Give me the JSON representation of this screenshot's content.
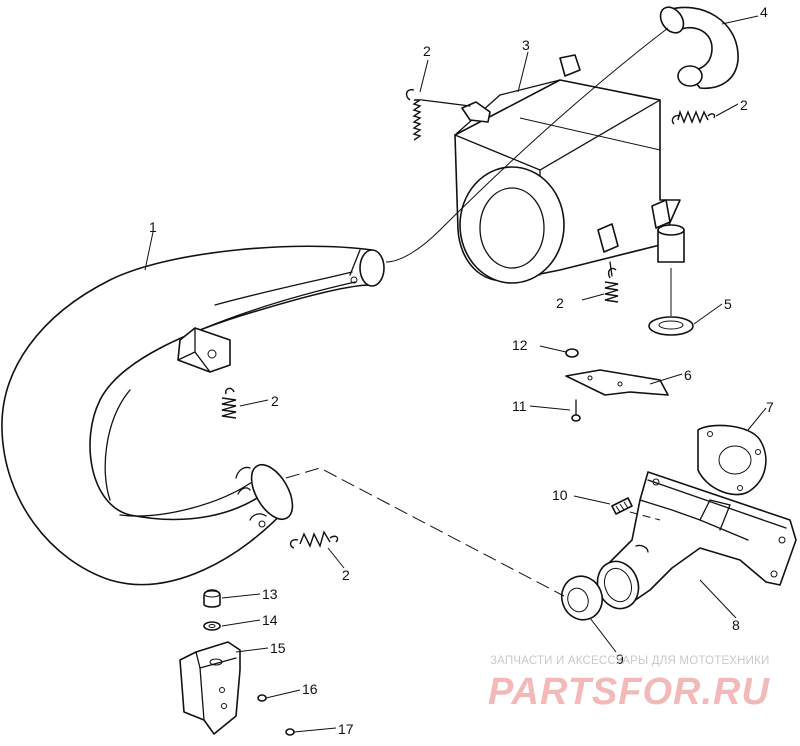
{
  "callouts": {
    "c1": "1",
    "c2a": "2",
    "c2b": "2",
    "c2c": "2",
    "c2d": "2",
    "c2e": "2",
    "c3": "3",
    "c4": "4",
    "c5": "5",
    "c6": "6",
    "c7": "7",
    "c8": "8",
    "c9": "9",
    "c10": "10",
    "c11": "11",
    "c12": "12",
    "c13": "13",
    "c14": "14",
    "c15": "15",
    "c16": "16",
    "c17": "17"
  },
  "watermark": {
    "subtitle": "ЗАПЧАСТИ И АКСЕССУАРЫ ДЛЯ МОТОТЕХНИКИ",
    "brand": "PARTSFOR.RU",
    "color": "#f3b9b9"
  }
}
